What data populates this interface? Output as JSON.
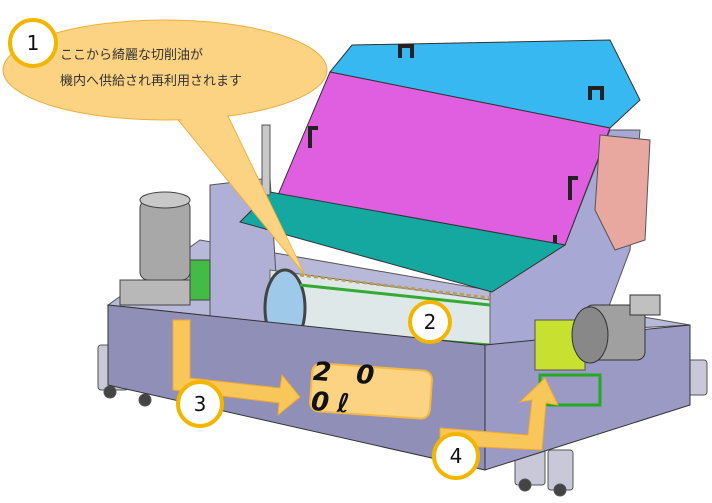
{
  "callout": {
    "number": "1",
    "line1": "ここから綺麗な切削油が",
    "line2": "機内へ供給され再利用されます"
  },
  "markers": [
    "1",
    "2",
    "3",
    "4"
  ],
  "capacity_label": "2 0 0ℓ",
  "colors": {
    "callout_fill": "#fcd383",
    "marker_border": "#f2b600",
    "arrow": "#f9c65a",
    "tank": "#8f8fb8",
    "lid": "#e05ee0",
    "top": "#38b8f0",
    "shelf": "#14a8a0"
  }
}
